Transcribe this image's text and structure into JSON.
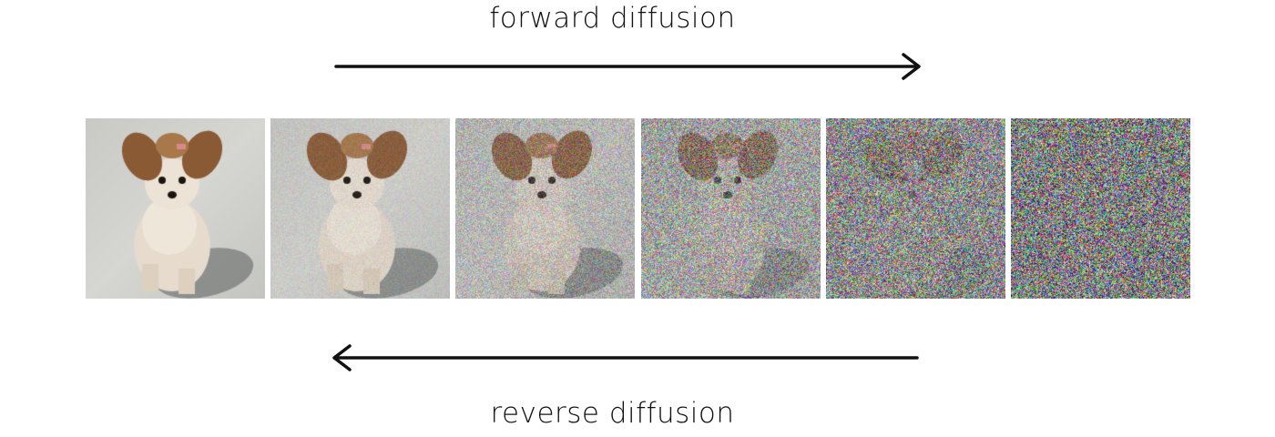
{
  "labels": {
    "forward": "forward diffusion",
    "reverse": "reverse diffusion"
  },
  "arrows": {
    "forward": {
      "direction": "right",
      "color": "#111111"
    },
    "reverse": {
      "direction": "left",
      "color": "#111111"
    }
  },
  "frames": [
    {
      "noise_level": 0.0
    },
    {
      "noise_level": 0.12
    },
    {
      "noise_level": 0.35
    },
    {
      "noise_level": 0.6
    },
    {
      "noise_level": 0.85
    },
    {
      "noise_level": 1.0
    }
  ],
  "colors": {
    "background": "#ffffff",
    "text": "#111111",
    "floor": "#cfcfcb",
    "dog_fur": "#e2d6c8",
    "dog_ears": "#8a5a35"
  }
}
